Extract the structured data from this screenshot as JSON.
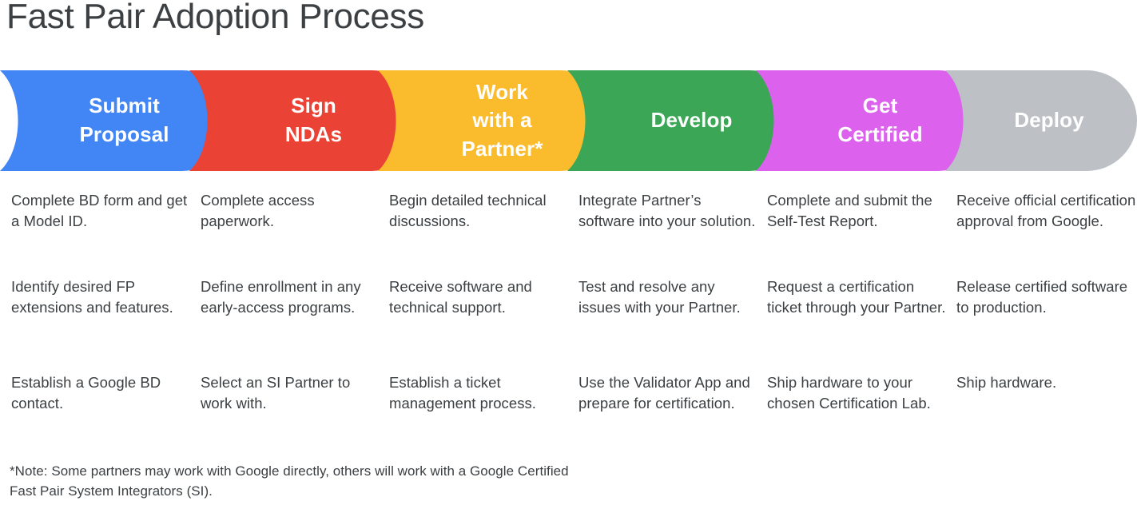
{
  "title": "Fast Pair Adoption Process",
  "colors": {
    "blue": "#4285F4",
    "red": "#EA4335",
    "yellow": "#FABB2D",
    "green": "#3BA756",
    "magenta": "#DC62EE",
    "gray": "#BDC1C6",
    "text": "#3c4043",
    "banner_text": "#ffffff",
    "background": "#ffffff"
  },
  "stages": [
    {
      "key": "submit-proposal",
      "color": "#4285F4",
      "heading_lines": [
        "Submit",
        "Proposal"
      ],
      "heading": "Submit Proposal",
      "items": [
        "Complete BD form and get a Model ID.",
        "Identify desired FP extensions and features.",
        "Establish a Google BD contact."
      ]
    },
    {
      "key": "sign-ndas",
      "color": "#EA4335",
      "heading_lines": [
        "Sign",
        "NDAs"
      ],
      "heading": "Sign NDAs",
      "items": [
        "Complete access paperwork.",
        "Define enrollment in any early-access programs.",
        "Select an SI Partner to work with."
      ]
    },
    {
      "key": "work-with-a-partner",
      "color": "#FABB2D",
      "heading_lines": [
        "Work",
        "with a",
        "Partner*"
      ],
      "heading": "Work with a Partner*",
      "items": [
        "Begin detailed technical discussions.",
        "Receive software and technical support.",
        "Establish a ticket management process."
      ]
    },
    {
      "key": "develop",
      "color": "#3BA756",
      "heading_lines": [
        "Develop"
      ],
      "heading": "Develop",
      "items": [
        "Integrate Partner’s software into your solution.",
        "Test and resolve any issues with your Partner.",
        "Use the Validator App and prepare for certification."
      ]
    },
    {
      "key": "get-certified",
      "color": "#DC62EE",
      "heading_lines": [
        "Get",
        "Certified"
      ],
      "heading": "Get Certified",
      "items": [
        "Complete and submit the Self-Test Report.",
        "Request a certification ticket through your Partner.",
        "Ship hardware to your chosen Certification Lab."
      ]
    },
    {
      "key": "deploy",
      "color": "#BDC1C6",
      "heading_lines": [
        "Deploy"
      ],
      "heading": "Deploy",
      "items": [
        "Receive official certification approval from Google.",
        "Release certified software to production.",
        "Ship hardware."
      ]
    }
  ],
  "footnote": "*Note: Some partners may work with Google directly, others will work with a Google Certified Fast Pair System Integrators (SI)."
}
